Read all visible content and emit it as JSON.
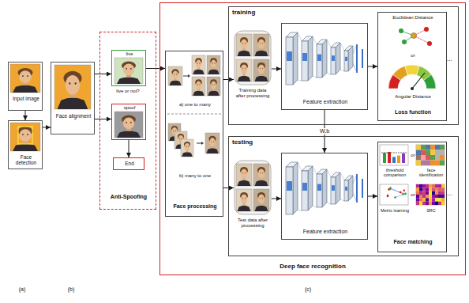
{
  "diagram": {
    "nodes": [
      {
        "text": [
          "Input image"
        ]
      },
      {
        "text": [
          "Face detection"
        ]
      },
      {
        "text": [
          "Face alignment"
        ]
      },
      {
        "text": [
          "Anti-Spoofing"
        ]
      },
      {
        "text": [
          "live"
        ],
        "in": 3
      },
      {
        "text": [
          "spoof"
        ],
        "in": 3
      },
      {
        "text": [
          "End"
        ],
        "in": 3
      },
      {
        "text": [
          "Deep face recognition"
        ]
      },
      {
        "text": [
          "a) one to many",
          "b) many to one",
          "Face processing"
        ],
        "in": 7
      },
      {
        "text": [
          "training"
        ],
        "in": 7
      },
      {
        "text": [
          "Training data after processing"
        ],
        "in": 9
      },
      {
        "text": [
          "Feature extraction"
        ],
        "in": 9
      },
      {
        "text": [
          "Euclidean Distance",
          "or",
          "Angular Distance",
          "Loss function"
        ],
        "in": 9
      },
      {
        "text": [
          "testing"
        ],
        "in": 7
      },
      {
        "text": [
          "Test data after processing"
        ],
        "in": 13
      },
      {
        "text": [
          "Feature extraction"
        ],
        "in": 13
      },
      {
        "text": [
          "threshold comparison",
          "or",
          "face identification",
          "Metric learning",
          "or",
          "SRC",
          "Face matching"
        ],
        "in": 13
      }
    ],
    "edges": [
      {
        "from": 0,
        "to": 1,
        "arrow": "to"
      },
      {
        "from": 1,
        "to": 2,
        "arrow": "to"
      },
      {
        "from": 2,
        "to": 4,
        "arrow": "to"
      },
      {
        "from": 2,
        "to": 5,
        "arrow": "to"
      },
      {
        "from": 5,
        "to": 6,
        "arrow": "to"
      },
      {
        "from": 4,
        "to": 8,
        "arrow": "to"
      },
      {
        "from": 8,
        "to": 10,
        "arrow": "to"
      },
      {
        "from": 8,
        "to": 14,
        "arrow": "to"
      },
      {
        "from": 10,
        "to": 11,
        "arrow": "to"
      },
      {
        "from": 11,
        "to": 12,
        "arrow": "to"
      },
      {
        "from": 11,
        "to": 15,
        "label": "W,b",
        "arrow": "to"
      },
      {
        "from": 14,
        "to": 15,
        "arrow": "to"
      },
      {
        "from": 15,
        "to": 16,
        "arrow": "to"
      }
    ],
    "labels": [
      "live or not?",
      "...",
      "...",
      "(a)",
      "(b)",
      "(c)"
    ]
  }
}
